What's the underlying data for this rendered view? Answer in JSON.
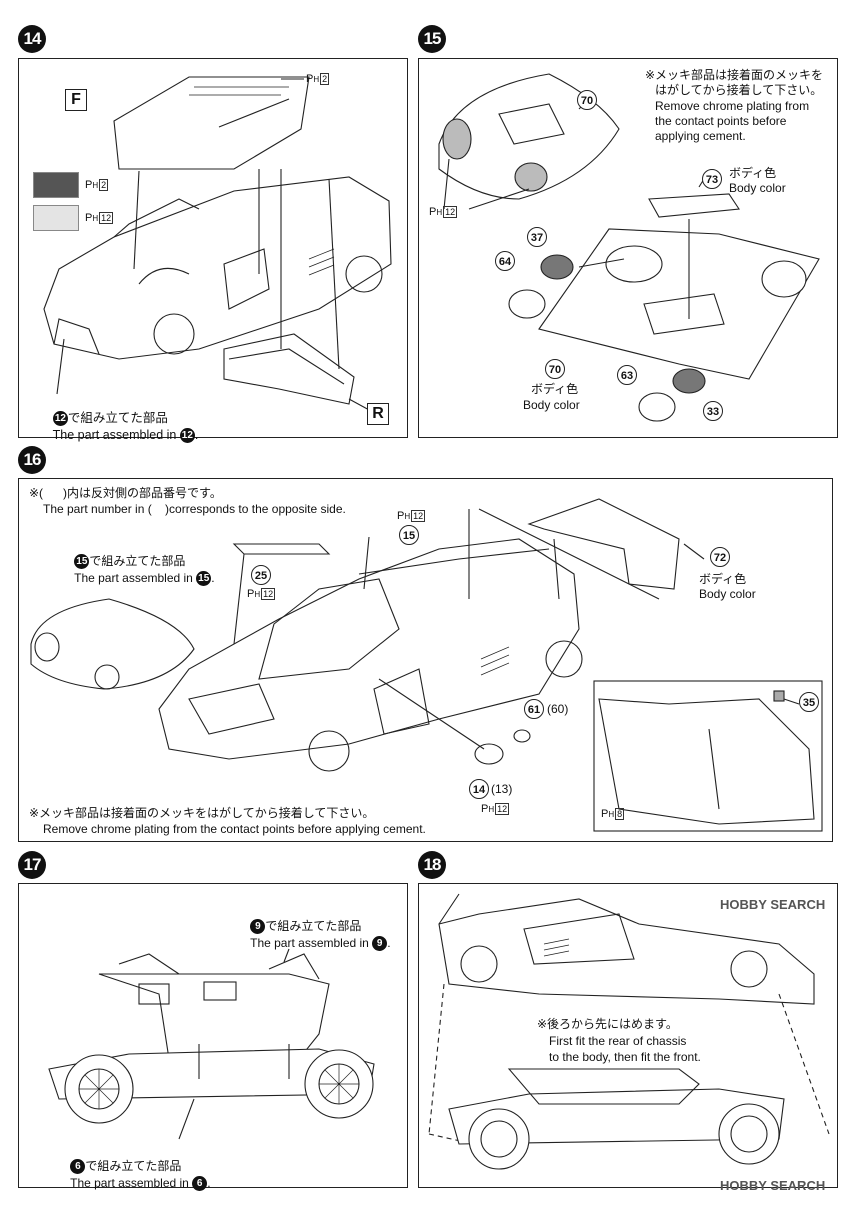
{
  "steps": {
    "s14": {
      "number": "14",
      "f_label": "F",
      "r_label": "R",
      "ph_glass": {
        "p": "P",
        "h": "H",
        "code": "2"
      },
      "ph_swatch_dark": {
        "p": "P",
        "h": "H",
        "code": "2"
      },
      "ph_swatch_light": {
        "p": "P",
        "h": "H",
        "code": "12"
      },
      "swatch_dark_color": "#555555",
      "swatch_light_color": "#e4e4e4",
      "assembled_ref": "12",
      "assembled_jp": "で組み立てた部品",
      "assembled_en": "The part assembled in",
      "assembled_en_suffix": "."
    },
    "s15": {
      "number": "15",
      "note_jp_1": "※メッキ部品は接着面のメッキを",
      "note_jp_2": "はがしてから接着して下さい。",
      "note_en_1": "Remove chrome plating from",
      "note_en_2": "the contact points before",
      "note_en_3": "applying cement.",
      "parts": [
        "70",
        "73",
        "37",
        "64",
        "70",
        "63",
        "33"
      ],
      "ph_left": {
        "p": "P",
        "h": "H",
        "code": "12"
      },
      "body_color_jp": "ボディ色",
      "body_color_en": "Body color"
    },
    "s16": {
      "number": "16",
      "note_jp": "※(      )内は反対側の部品番号です。",
      "note_en": "The part number in (    )corresponds to the opposite side.",
      "assembled_ref": "15",
      "assembled_jp": "で組み立てた部品",
      "assembled_en": "The part assembled in",
      "assembled_en_suffix": ".",
      "parts": [
        "15",
        "25",
        "72",
        "61",
        "(60)",
        "14",
        "(13)",
        "35"
      ],
      "ph_15": {
        "p": "P",
        "h": "H",
        "code": "12"
      },
      "ph_25": {
        "p": "P",
        "h": "H",
        "code": "12"
      },
      "ph_14": {
        "p": "P",
        "h": "H",
        "code": "12"
      },
      "ph_35": {
        "p": "P",
        "h": "H",
        "code": "8"
      },
      "body_color_jp": "ボディ色",
      "body_color_en": "Body color",
      "chrome_jp": "※メッキ部品は接着面のメッキをはがしてから接着して下さい。",
      "chrome_en": "Remove chrome plating from the contact points before applying cement."
    },
    "s17": {
      "number": "17",
      "top_ref": "9",
      "top_jp": "で組み立てた部品",
      "top_en": "The part assembled in",
      "top_en_suffix": ".",
      "bottom_ref": "6",
      "bottom_jp": "で組み立てた部品",
      "bottom_en": "The part assembled in",
      "bottom_en_suffix": "."
    },
    "s18": {
      "number": "18",
      "note_jp": "※後ろから先にはめます。",
      "note_en_1": "First fit the rear of chassis",
      "note_en_2": "to the body, then fit the front."
    }
  },
  "watermark_top": "HOBBY SEARCH",
  "watermark_bottom": "HOBBY SEARCH"
}
